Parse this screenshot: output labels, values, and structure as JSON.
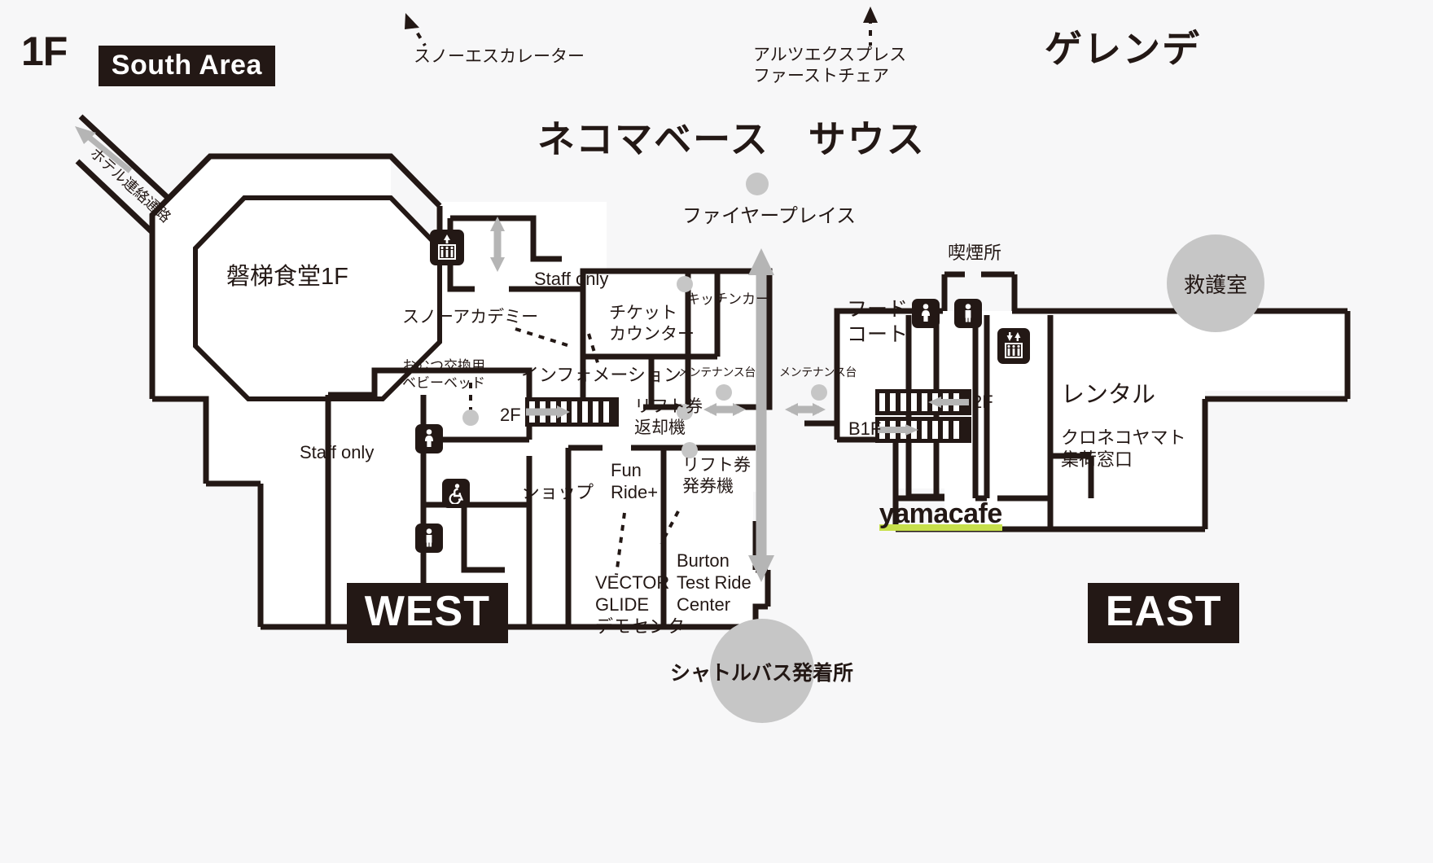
{
  "header": {
    "floor": "1F",
    "area_badge": "South Area",
    "base_title": "ネコマベース　サウス",
    "gelande": "ゲレンデ"
  },
  "corner_badges": {
    "west": "WEST",
    "east": "EAST"
  },
  "top_annotations": [
    {
      "name": "snow-escalator",
      "text": "スノーエスカレーター"
    },
    {
      "name": "alts-express-first-chair",
      "text": "アルツエクスプレス\nファーストチェア"
    }
  ],
  "markers": {
    "fireplace": "ファイヤープレイス",
    "shuttle_bus": "シャトルバス発着所",
    "first_aid": "救護室"
  },
  "west_wing": {
    "hotel_corridor": "ホテル連絡通路",
    "bandai_shokudo": "磐梯食堂1F",
    "staff_only_left": "Staff only",
    "staff_only_center": "Staff only",
    "snow_academy": "スノーアカデミー",
    "diaper_bed": "おむつ交換用\nベビーベッド",
    "information": "インフォメーション",
    "ticket_counter": "チケット\nカウンター",
    "kitchen_car": "キッチンカー",
    "maintenance_left": "メンテナンス台",
    "escalator_2f": "2F",
    "lift_return": "リフト券\n返却機",
    "lift_issue": "リフト券\n発券機",
    "shop": "ショップ",
    "fun_ride": "Fun\nRide+",
    "vector_glide": "VECTOR\nGLIDE\nデモセンター",
    "burton_test_ride": "Burton\nTest Ride\nCenter"
  },
  "east_wing": {
    "maintenance_right": "メンテナンス台",
    "smoking_area": "喫煙所",
    "food_court": "フード\nコート",
    "escalator_2f": "2F",
    "escalator_b1f": "B1F",
    "rental": "レンタル",
    "kuroneko": "クロネコヤマト\n集荷窓口",
    "yamacafe": "yamacafe"
  },
  "icons": [
    {
      "name": "elevator-up-icon",
      "where": "west-core"
    },
    {
      "name": "restroom-women-icon",
      "where": "west-lower"
    },
    {
      "name": "restroom-accessible-icon",
      "where": "west-lower"
    },
    {
      "name": "restroom-men-icon",
      "where": "west-lower"
    },
    {
      "name": "restroom-women-icon",
      "where": "east-core"
    },
    {
      "name": "restroom-men-icon",
      "where": "east-core"
    },
    {
      "name": "elevator-updown-icon",
      "where": "east-core"
    }
  ],
  "colors": {
    "ink": "#231815",
    "background": "#f7f7f8",
    "gray_marker": "#c6c6c6",
    "highlight": "#c7e04b",
    "room_fill": "#ffffff"
  }
}
